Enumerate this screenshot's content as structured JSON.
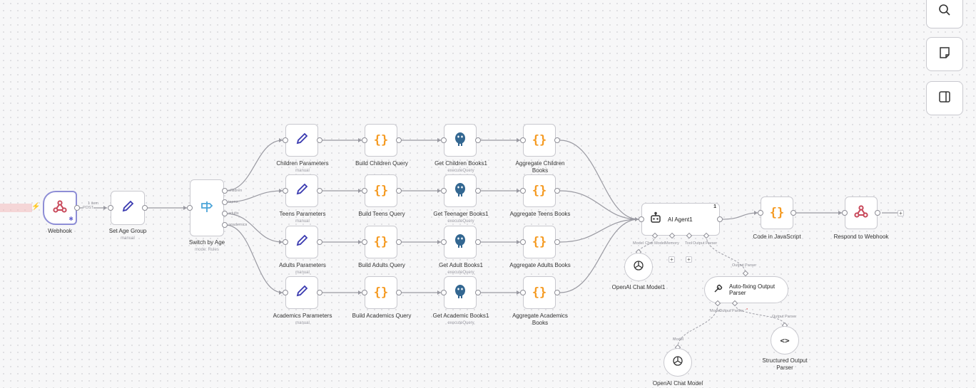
{
  "toolbar": {
    "search_icon": "search-icon",
    "note_icon": "sticky-note-icon",
    "panel_icon": "panel-icon"
  },
  "webhook": {
    "label": "Webhook",
    "edge_label": "1 item",
    "method": "POST"
  },
  "set_age": {
    "label": "Set Age Group",
    "sub": "manual"
  },
  "switch": {
    "label": "Switch by Age",
    "sub": "mode: Rules",
    "outputs": [
      "children",
      "teens",
      "adults",
      "academics"
    ]
  },
  "rows": [
    {
      "params": "Children Parameters",
      "params_sub": "manual",
      "build": "Build Children Query",
      "get": "Get Children Books1",
      "get_sub": "executeQuery",
      "agg": "Aggregate Children Books"
    },
    {
      "params": "Teens Parameters",
      "params_sub": "manual",
      "build": "Build Teens Query",
      "get": "Get Teenager Books1",
      "get_sub": "executeQuery",
      "agg": "Aggregate Teens Books"
    },
    {
      "params": "Adults Parameters",
      "params_sub": "manual",
      "build": "Build Adults Query",
      "get": "Get Adult Books1",
      "get_sub": "executeQuery",
      "agg": "Aggregate Adults Books"
    },
    {
      "params": "Academics Parameters",
      "params_sub": "manual",
      "build": "Build Academics Query",
      "get": "Get Academic Books1",
      "get_sub": "executeQuery",
      "agg": "Aggregate Academics Books"
    }
  ],
  "agent": {
    "label": "AI Agent1",
    "badge": "1",
    "port_model": "Model",
    "port_chat_model": "Chat Model",
    "port_memory": "Memory",
    "port_tool": "Tool",
    "port_output": "Output Parser",
    "plus": "+"
  },
  "openai1": {
    "label": "OpenAI Chat Model1"
  },
  "autofix": {
    "label": "Auto-fixing Output Parser",
    "top_port": "Output Parser",
    "port_model": "Model",
    "port_output": "Output Parser",
    "required": "*"
  },
  "openai2": {
    "label": "OpenAI Chat Model",
    "top_port": "Model"
  },
  "structured": {
    "label": "Structured Output Parser",
    "top_port": "Output Parser"
  },
  "code": {
    "label": "Code in JavaScript"
  },
  "respond": {
    "label": "Respond to Webhook",
    "plus": "+"
  },
  "colors": {
    "accent": "#f59b23",
    "pencil": "#3a3ab0",
    "switch": "#4ba4d8",
    "webhook": "#c8485a",
    "postgres": "#336791",
    "trigger_border": "#8e8ed6"
  }
}
